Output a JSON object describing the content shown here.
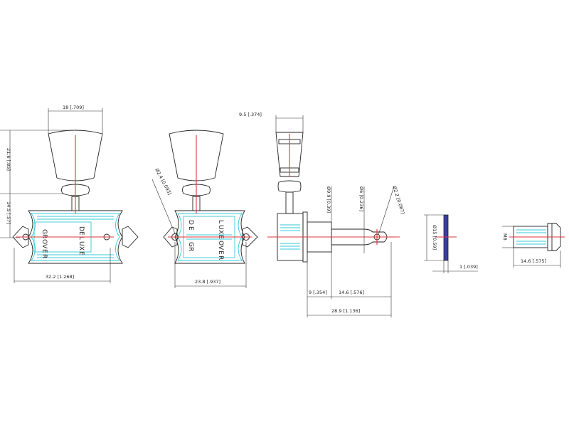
{
  "colors": {
    "outline": "#222222",
    "center_line": "#e0353b",
    "accent_cyan": "#35c8d8",
    "washer_blue": "#3a3fa0",
    "background": "#ffffff"
  },
  "plate_text": {
    "front": {
      "col1": [
        "G",
        "R",
        "O",
        "V",
        "E",
        "R"
      ],
      "col2": [
        "D",
        "E",
        "L",
        "U",
        "X",
        "E"
      ]
    },
    "back": {
      "row1": [
        "D",
        "E",
        "L",
        "U",
        "X",
        "E"
      ],
      "row2": [
        "G",
        "R",
        "O",
        "V",
        "E",
        "R"
      ]
    }
  },
  "dimensions": {
    "front_button_width": "18 [.709]",
    "front_button_height": "21.6 [.85]",
    "front_shaft_height": "14.5 [.57]",
    "front_plate_width": "32.2 [1.268]",
    "back_screw_hole": "Ø2.4 [0.093]",
    "back_hole_spacing": "23.8 [.937]",
    "side_button_width": "9.5 [.374]",
    "side_post_dia_1": "Ø9.9 [0.39]",
    "side_post_dia_2": "Ø6 [0.236]",
    "side_string_hole": "Ø2.2 [0.087]",
    "side_bushing_length": "9 [.354]",
    "side_post_length": "14.6 [.576]",
    "side_total_length": "28.9 [1.136]",
    "washer_dia": "Ø15 [0.59]",
    "washer_thickness": "1 [.039]",
    "nut_thread": "M8",
    "nut_length": "14.6 [.575]"
  }
}
